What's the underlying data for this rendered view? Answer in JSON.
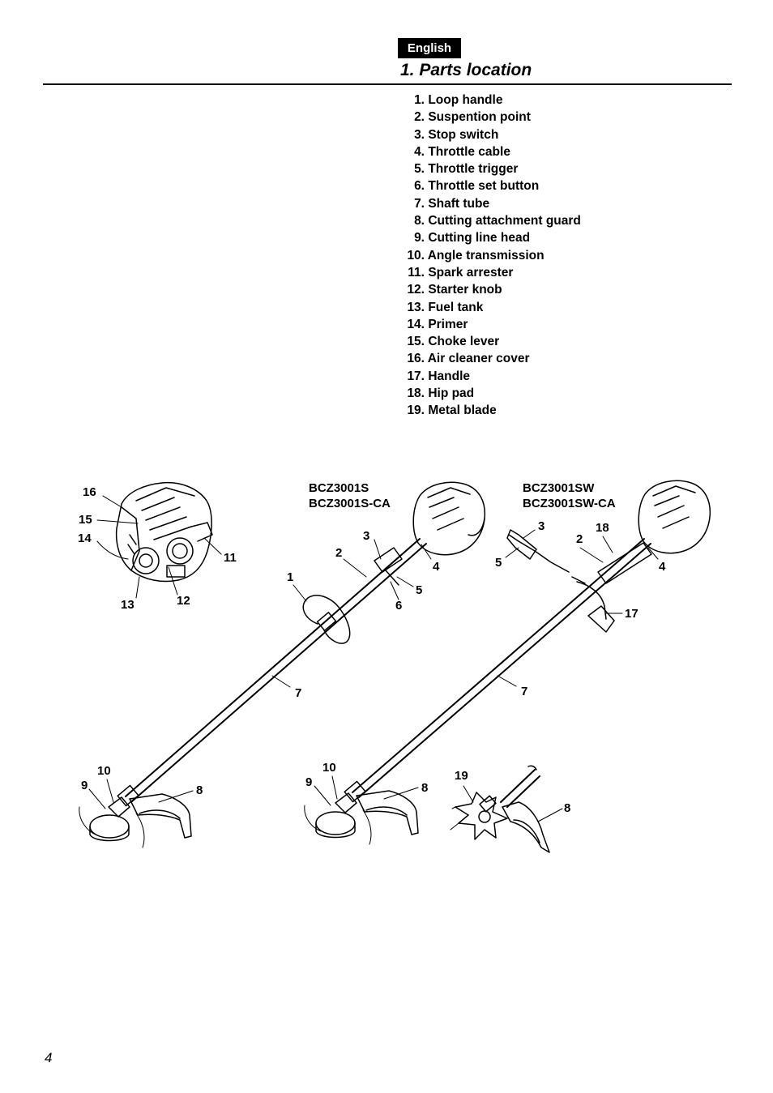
{
  "header": {
    "language": "English",
    "section_title": "1. Parts location"
  },
  "parts": [
    {
      "num": "1.",
      "name": "Loop handle"
    },
    {
      "num": "2.",
      "name": "Suspention point"
    },
    {
      "num": "3.",
      "name": "Stop switch"
    },
    {
      "num": "4.",
      "name": "Throttle cable"
    },
    {
      "num": "5.",
      "name": "Throttle trigger"
    },
    {
      "num": "6.",
      "name": "Throttle set button"
    },
    {
      "num": "7.",
      "name": "Shaft tube"
    },
    {
      "num": "8.",
      "name": "Cutting attachment guard"
    },
    {
      "num": "9.",
      "name": "Cutting line head"
    },
    {
      "num": "10.",
      "name": "Angle transmission"
    },
    {
      "num": "11.",
      "name": "Spark arrester"
    },
    {
      "num": "12.",
      "name": "Starter knob"
    },
    {
      "num": "13.",
      "name": "Fuel tank"
    },
    {
      "num": "14.",
      "name": "Primer"
    },
    {
      "num": "15.",
      "name": "Choke lever"
    },
    {
      "num": "16.",
      "name": "Air cleaner cover"
    },
    {
      "num": "17.",
      "name": "Handle"
    },
    {
      "num": "18.",
      "name": "Hip pad"
    },
    {
      "num": "19.",
      "name": "Metal blade"
    }
  ],
  "diagram": {
    "model_a": [
      "BCZ3001S",
      "BCZ3001S-CA"
    ],
    "model_b": [
      "BCZ3001SW",
      "BCZ3001SW-CA"
    ],
    "engine_callouts": [
      "16",
      "15",
      "14",
      "13",
      "12",
      "11"
    ],
    "loop_callouts": [
      "3",
      "2",
      "1",
      "4",
      "5",
      "6",
      "7",
      "10",
      "9",
      "8"
    ],
    "bike_callouts": [
      "3",
      "18",
      "2",
      "5",
      "4",
      "17",
      "7",
      "10",
      "9",
      "8"
    ],
    "blade_callouts": [
      "19",
      "8"
    ]
  },
  "footer": {
    "page_number": "4"
  }
}
